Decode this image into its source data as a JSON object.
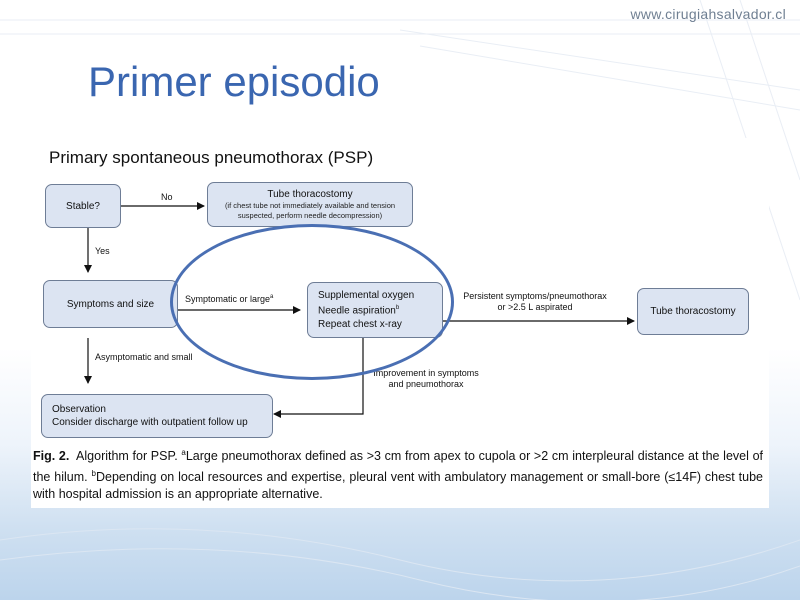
{
  "site_url": "www.cirugiahsalvador.cl",
  "slide_title": "Primer episodio",
  "figure": {
    "title": "Primary spontaneous pneumothorax (PSP)",
    "boxes": {
      "stable": "Stable?",
      "tube_top": "Tube thoracostomy",
      "tube_top_note": "(if chest tube not immediately available and tension suspected, perform needle decompression)",
      "symptoms_size": "Symptoms and size",
      "treatment_1": "Supplemental oxygen",
      "treatment_2": "Needle aspiration",
      "treatment_2_sup": "b",
      "treatment_3": "Repeat chest x-ray",
      "tube_right": "Tube thoracostomy",
      "observation_1": "Observation",
      "observation_2": "Consider discharge with outpatient follow up"
    },
    "edge_labels": {
      "no": "No",
      "yes": "Yes",
      "symptomatic": "Symptomatic or large",
      "symptomatic_sup": "a",
      "asymptomatic": "Asymptomatic and small",
      "persistent_1": "Persistent symptoms/pneumothorax",
      "persistent_2": "or >2.5 L aspirated",
      "improvement_1": "Improvement in symptoms",
      "improvement_2": "and pneumothorax"
    },
    "caption": {
      "label": "Fig. 2.",
      "text_1": "Algorithm for PSP.",
      "sup_a": "a",
      "text_2": "Large pneumothorax defined as >3 cm from apex to cupola or >2 cm interpleural distance at the level of the hilum.",
      "sup_b": "b",
      "text_3": "Depending on local resources and expertise, pleural vent with ambulatory management or small-bore (≤14F) chest tube with hospital admission is an appropriate alternative."
    }
  },
  "colors": {
    "title_blue": "#3a66b0",
    "box_fill": "#dce4f2",
    "highlight_ellipse": "#4a6fb3"
  }
}
